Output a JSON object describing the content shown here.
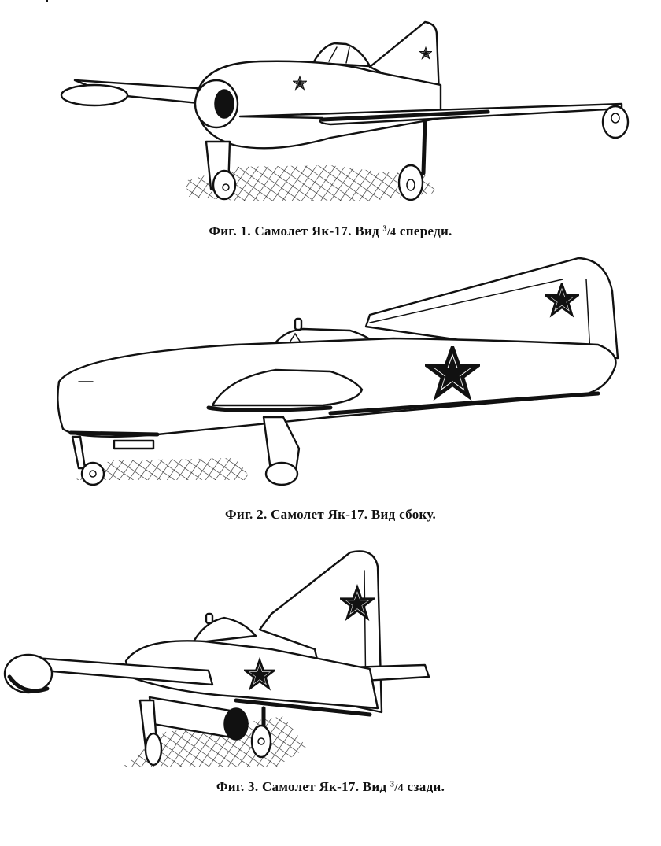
{
  "page": {
    "background": "#ffffff",
    "ink": "#111111"
  },
  "figures": [
    {
      "number": "1",
      "caption_prefix": "Фиг. 1.",
      "caption_main": "Самолет Як-17. Вид",
      "caption_fraction_num": "3",
      "caption_fraction_den": "4",
      "caption_suffix": "спереди.",
      "caption_full": "Фиг. 1. Самолет Як-17. Вид 3/4 спереди.",
      "view": "3/4 front view",
      "insignia": "red-star"
    },
    {
      "number": "2",
      "caption_prefix": "Фиг. 2.",
      "caption_main": "Самолет Як-17. Вид",
      "caption_suffix": "сбоку.",
      "caption_full": "Фиг. 2. Самолет Як-17. Вид сбоку.",
      "view": "side view",
      "insignia": "red-star"
    },
    {
      "number": "3",
      "caption_prefix": "Фиг. 3.",
      "caption_main": "Самолет Як-17. Вид",
      "caption_fraction_num": "3",
      "caption_fraction_den": "4",
      "caption_suffix": "сзади.",
      "caption_full": "Фиг. 3. Самолет Як-17. Вид 3/4 сзади.",
      "view": "3/4 rear view",
      "insignia": "red-star"
    }
  ]
}
